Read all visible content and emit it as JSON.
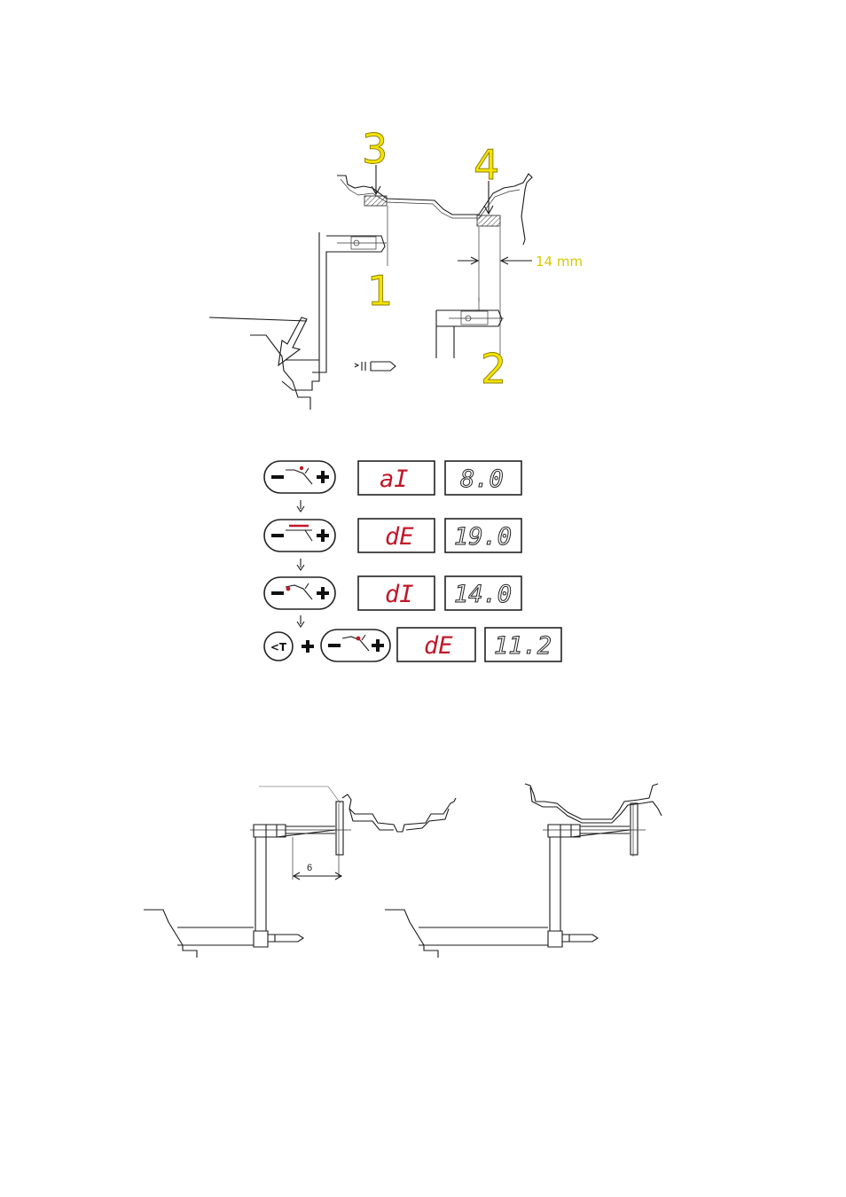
{
  "top_diagram": {
    "labels": [
      "3",
      "4",
      "1",
      "2"
    ],
    "measurement": "14 mm"
  },
  "display_sequence": [
    {
      "code": "aI",
      "value": "8.0"
    },
    {
      "code": "dE",
      "value": "19.0"
    },
    {
      "code": "dI",
      "value": "14.0"
    },
    {
      "code": "dE",
      "value": "11.2"
    }
  ],
  "t_button_label": "<T",
  "bottom_diagram": {
    "dimension": "6"
  },
  "colors": {
    "callout": "#f3e300",
    "display_code": "#c0182a"
  }
}
